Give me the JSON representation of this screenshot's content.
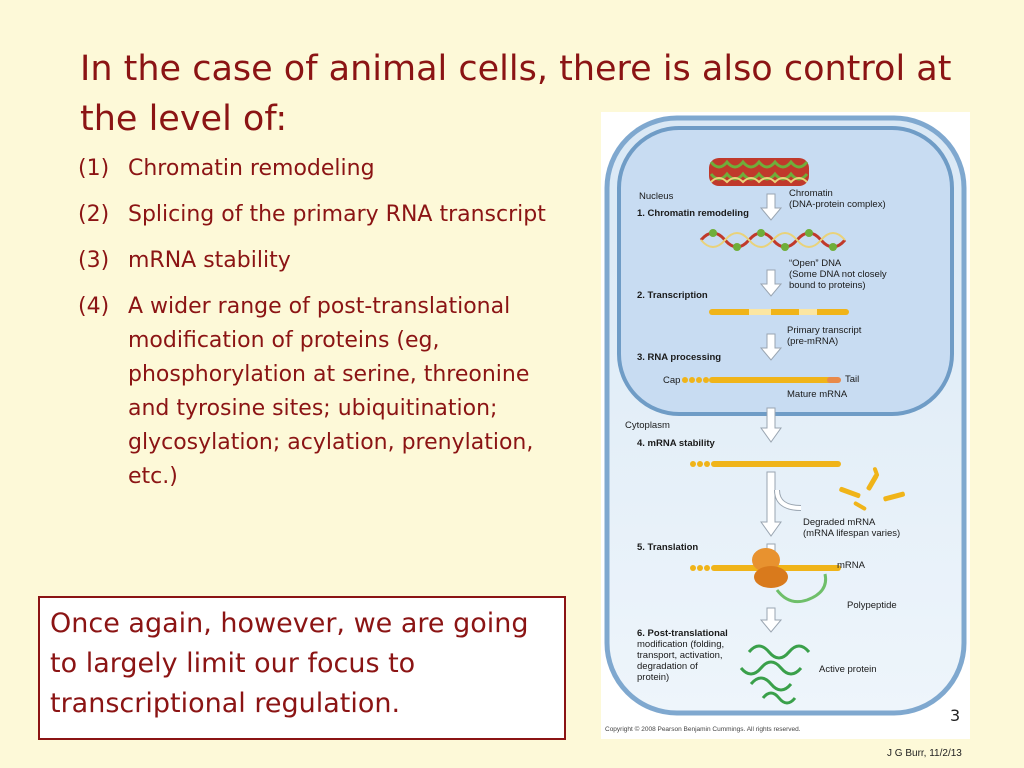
{
  "slide": {
    "title": "In the case of animal cells, there is also control at the level of:",
    "points": [
      {
        "num": "(1)",
        "text": "Chromatin remodeling"
      },
      {
        "num": "(2)",
        "text": "Splicing of the primary RNA transcript"
      },
      {
        "num": "(3)",
        "text": "mRNA stability"
      },
      {
        "num": "(4)",
        "text": "A wider range of post-translational modification of proteins (eg, phosphorylation at serine, threonine and tyrosine sites; ubiquitination; glycosylation; acylation, prenylation, etc.)"
      }
    ],
    "note": "Once again, however, we are going to largely limit our focus to transcriptional regulation.",
    "page_number": "3",
    "footer": "J G Burr, 11/2/13"
  },
  "figure": {
    "nucleus": "Nucleus",
    "step1": "1. Chromatin remodeling",
    "chromatin_1": "Chromatin",
    "chromatin_2": "(DNA-protein complex)",
    "open_1": "“Open” DNA",
    "open_2": "(Some DNA not closely",
    "open_3": "bound to proteins)",
    "step2": "2. Transcription",
    "primary_1": "Primary transcript",
    "primary_2": "(pre-mRNA)",
    "step3": "3. RNA processing",
    "cap": "Cap",
    "tail": "Tail",
    "mature": "Mature mRNA",
    "cytoplasm": "Cytoplasm",
    "step4": "4. mRNA stability",
    "degraded_1": "Degraded mRNA",
    "degraded_2": "(mRNA lifespan varies)",
    "step5": "5. Translation",
    "mrna": "mRNA",
    "polypeptide": "Polypeptide",
    "step6_1": "6. Post-translational",
    "step6_2": "modification (folding,",
    "step6_3": "transport, activation,",
    "step6_4": "degradation of",
    "step6_5": "protein)",
    "active": "Active protein",
    "copyright": "Copyright © 2008 Pearson Benjamin Cummings. All rights reserved."
  },
  "colors": {
    "text": "#8b1414",
    "background": "#fdf9d8",
    "mrna_yellow": "#f0b419",
    "nucleus_fill": "#c8dcf2",
    "cell_outline": "#7fa8cf"
  }
}
